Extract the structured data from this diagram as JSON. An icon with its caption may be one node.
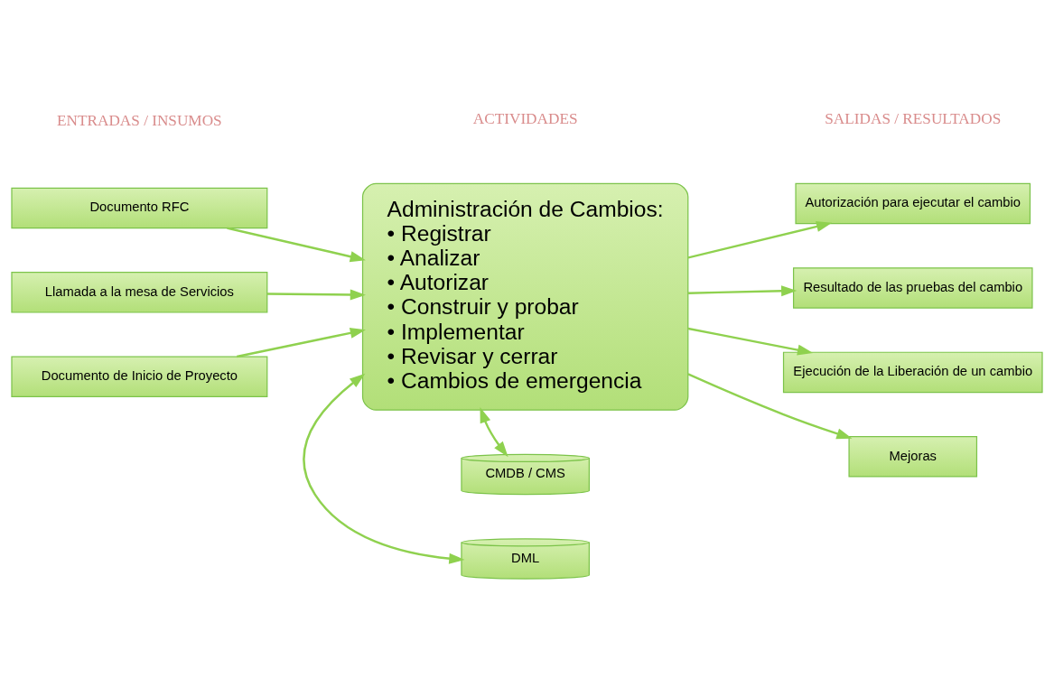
{
  "diagram": {
    "nodes": [
      {
        "text": [
          "Documento RFC"
        ]
      },
      {
        "text": [
          "Llamada a la mesa de Servicios"
        ]
      },
      {
        "text": [
          "Documento de Inicio de Proyecto"
        ]
      },
      {
        "text": [
          "Administración de Cambios:",
          "• Registrar",
          "• Analizar",
          "• Autorizar",
          "• Construir y probar",
          "• Implementar",
          "• Revisar y cerrar",
          "• Cambios de emergencia"
        ]
      },
      {
        "text": [
          "Autorización para ejecutar el cambio"
        ]
      },
      {
        "text": [
          "Resultado de las pruebas del cambio"
        ]
      },
      {
        "text": [
          "Ejecución de la Liberación de un cambio"
        ]
      },
      {
        "text": [
          "Mejoras"
        ]
      },
      {
        "text": [
          "CMDB / CMS"
        ]
      },
      {
        "text": [
          "DML"
        ]
      }
    ],
    "edges": [
      {
        "from": 0,
        "to": 3,
        "arrow": "to"
      },
      {
        "from": 1,
        "to": 3,
        "arrow": "to"
      },
      {
        "from": 2,
        "to": 3,
        "arrow": "to"
      },
      {
        "from": 3,
        "to": 4,
        "arrow": "to"
      },
      {
        "from": 3,
        "to": 5,
        "arrow": "to"
      },
      {
        "from": 3,
        "to": 6,
        "arrow": "to"
      },
      {
        "from": 3,
        "to": 7,
        "arrow": "to"
      },
      {
        "from": 3,
        "to": 8,
        "arrow": "both"
      },
      {
        "from": 3,
        "to": 9,
        "arrow": "both"
      }
    ],
    "labels": [
      "ENTRADAS / INSUMOS",
      "ACTIVIDADES",
      "SALIDAS / RESULTADOS"
    ]
  }
}
